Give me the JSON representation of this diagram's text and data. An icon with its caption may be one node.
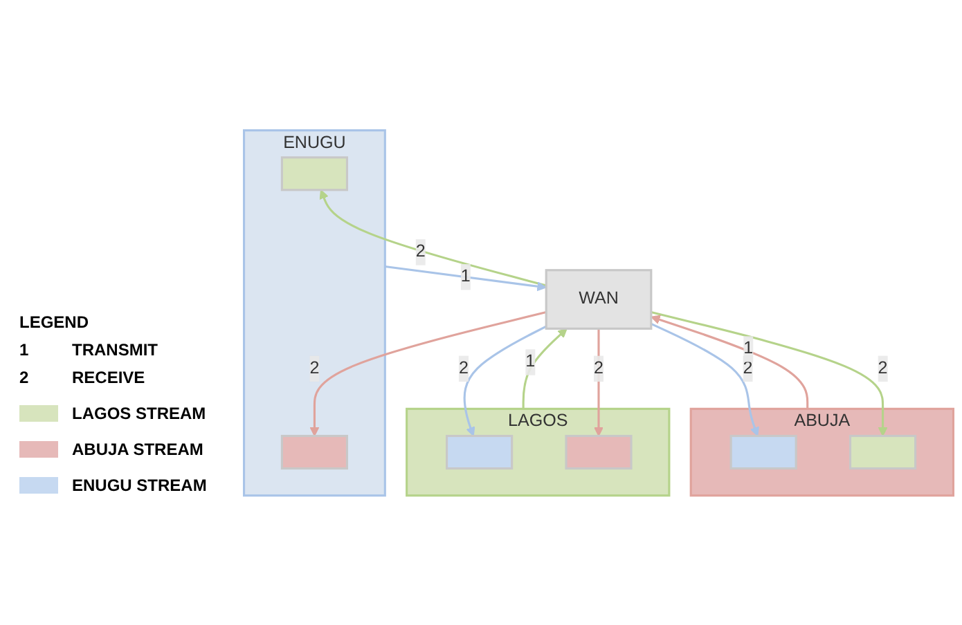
{
  "diagram": {
    "nodes": [
      {
        "text": [
          "ENUGU"
        ]
      },
      {
        "text": [],
        "shape": "box",
        "in": 0
      },
      {
        "text": [],
        "shape": "box",
        "in": 0
      },
      {
        "text": [
          "ABUJA"
        ]
      },
      {
        "text": [],
        "shape": "box",
        "in": 3
      },
      {
        "text": [],
        "shape": "box",
        "in": 3
      },
      {
        "text": [
          "WAN"
        ]
      },
      {
        "text": [
          "LAGOS"
        ]
      },
      {
        "text": [],
        "shape": "box",
        "in": 7
      },
      {
        "text": [],
        "shape": "box",
        "in": 7
      }
    ],
    "edges": [
      {
        "from": 0,
        "to": 6,
        "arrow": "to",
        "label": "1",
        "color": "#a9c4e8"
      },
      {
        "from": 6,
        "to": 2,
        "arrow": "to",
        "label": "2",
        "color": "#e0a39c"
      },
      {
        "from": 6,
        "to": 1,
        "arrow": "to",
        "label": "2",
        "color": "#b5d38a"
      },
      {
        "from": 6,
        "to": 4,
        "arrow": "to",
        "label": "2",
        "color": "#a9c4e8"
      },
      {
        "from": 3,
        "to": 6,
        "arrow": "to",
        "label": "1",
        "color": "#e0a39c"
      },
      {
        "from": 6,
        "to": 5,
        "arrow": "to",
        "label": "2",
        "color": "#b5d38a"
      },
      {
        "from": 6,
        "to": 8,
        "arrow": "to",
        "label": "2",
        "color": "#a9c4e8"
      },
      {
        "from": 7,
        "to": 6,
        "arrow": "to",
        "label": "1",
        "color": "#b5d38a"
      },
      {
        "from": 6,
        "to": 9,
        "arrow": "to",
        "label": "2",
        "color": "#e0a39c"
      }
    ],
    "labels": [
      "LEGEND",
      "1",
      "TRANSMIT",
      "2",
      "RECEIVE"
    ],
    "legend": [
      {
        "text": "LAGOS STREAM",
        "color": "#d7e4bd"
      },
      {
        "text": "ABUJA STREAM",
        "color": "#e6b9b8"
      },
      {
        "text": "ENUGU STREAM",
        "color": "#c6d9f1"
      }
    ]
  }
}
